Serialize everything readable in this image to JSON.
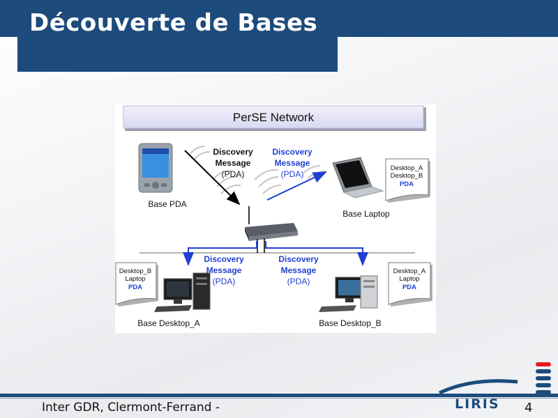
{
  "slide": {
    "title": "Découverte de Bases",
    "footer": "Inter GDR, Clermont-Ferrand -",
    "page_number": "4"
  },
  "diagram": {
    "header": "PerSE Network",
    "nodes": {
      "pda": "Base PDA",
      "laptop": "Base Laptop",
      "desktop_a": "Base Desktop_A",
      "desktop_b": "Base Desktop_B"
    },
    "messages": {
      "m1": {
        "line1": "Discovery",
        "line2": "Message",
        "line3": "(PDA)"
      },
      "m2": {
        "line1": "Discovery",
        "line2": "Message",
        "line3": "(PDA)"
      },
      "m3": {
        "line1": "Discovery",
        "line2": "Message",
        "line3": "(PDA)"
      },
      "m4": {
        "line1": "Discovery",
        "line2": "Message",
        "line3": "(PDA)"
      }
    },
    "docs": {
      "laptop": {
        "l1": "Desktop_A",
        "l2": "Desktop_B",
        "l3": "PDA"
      },
      "desktop_a": {
        "l1": "Desktop_B",
        "l2": "Laptop",
        "l3": "PDA"
      },
      "desktop_b": {
        "l1": "Desktop_A",
        "l2": "Laptop",
        "l3": "PDA"
      }
    }
  },
  "logo": {
    "text": "LIRIS"
  },
  "colors": {
    "navy": "#1c4b7c",
    "message_blue": "#1f3fcf",
    "logo_red": "#e41b23"
  }
}
